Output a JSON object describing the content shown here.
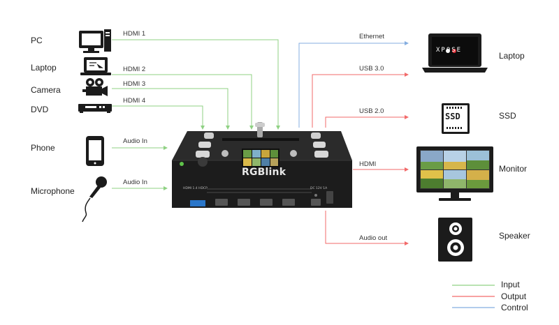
{
  "devices_left": {
    "pc": "PC",
    "laptop": "Laptop",
    "camera": "Camera",
    "dvd": "DVD",
    "phone": "Phone",
    "microphone": "Microphone"
  },
  "devices_right": {
    "laptop": "Laptop",
    "ssd": "SSD",
    "monitor": "Monitor",
    "speaker": "Speaker"
  },
  "connections": {
    "hdmi1": "HDMI 1",
    "hdmi2": "HDMI 2",
    "hdmi3": "HDMI 3",
    "hdmi4": "HDMI 4",
    "audio_in_1": "Audio In",
    "audio_in_2": "Audio In",
    "ethernet": "Ethernet",
    "usb3": "USB 3.0",
    "usb2": "USB 2.0",
    "hdmi_out": "HDMI",
    "audio_out": "Audio out"
  },
  "product": {
    "brand": "RGBlink",
    "screen_text": "XPOSE",
    "ssd_text": "SSD",
    "rear_label": "HDMI 1.4 HDCP",
    "rear_label_2": "DC 12V 1A"
  },
  "legend": {
    "input": "Input",
    "output": "Output",
    "control": "Control"
  },
  "colors": {
    "input": "#8fd183",
    "output": "#f26a6a",
    "control": "#85aee0"
  }
}
